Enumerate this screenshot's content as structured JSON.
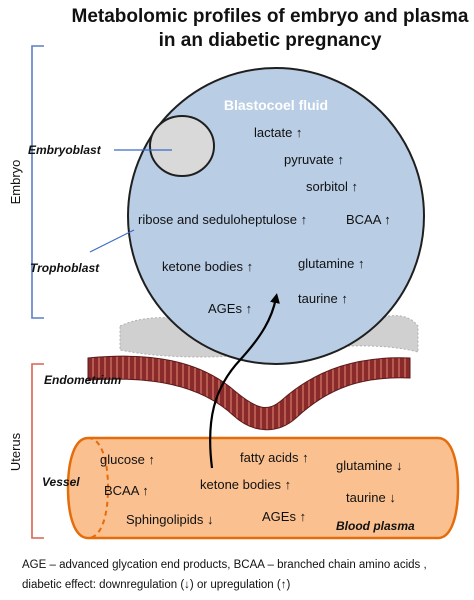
{
  "title_line1": "Metabolomic profiles of embryo and plasma",
  "title_line2": "in an diabetic pregnancy",
  "side_labels": {
    "embryo": "Embryo",
    "uterus": "Uterus"
  },
  "labels": {
    "embryoblast": "Embryoblast",
    "trophoblast": "Trophoblast",
    "endometrium": "Endometrium",
    "vessel": "Vessel",
    "blastocoel_fluid": "Blastocoel fluid",
    "blood_plasma": "Blood plasma"
  },
  "blastocoel_metabolites": {
    "lactate": "lactate ↑",
    "pyruvate": "pyruvate ↑",
    "sorbitol": "sorbitol ↑",
    "ribose": "ribose and seduloheptulose ↑",
    "bcaa": "BCAA ↑",
    "ketone": "ketone bodies ↑",
    "glutamine": "glutamine ↑",
    "ages": "AGEs ↑",
    "taurine": "taurine ↑"
  },
  "plasma_metabolites": {
    "glucose": "glucose ↑",
    "fatty_acids": "fatty acids ↑",
    "glutamine": "glutamine ↓",
    "bcaa": "BCAA ↑",
    "ketone": "ketone bodies ↑",
    "taurine": "taurine ↓",
    "sphingolipids": "Sphingolipids ↓",
    "ages": "AGEs ↑"
  },
  "footnote_line1": "AGE – advanced glycation end products, BCAA – branched chain amino acids ,",
  "footnote_line2": "diabetic effect: downregulation (↓)  or upregulation (↑)",
  "colors": {
    "blastocyst_fill": "#b9cde5",
    "embryoblast_fill": "#d9d9d9",
    "bracket_embryo": "#5b7fc6",
    "bracket_uterus": "#d9644f",
    "endometrium": "#8b2a2a",
    "vessel_fill": "#fac090",
    "vessel_stroke": "#e46c0a"
  }
}
